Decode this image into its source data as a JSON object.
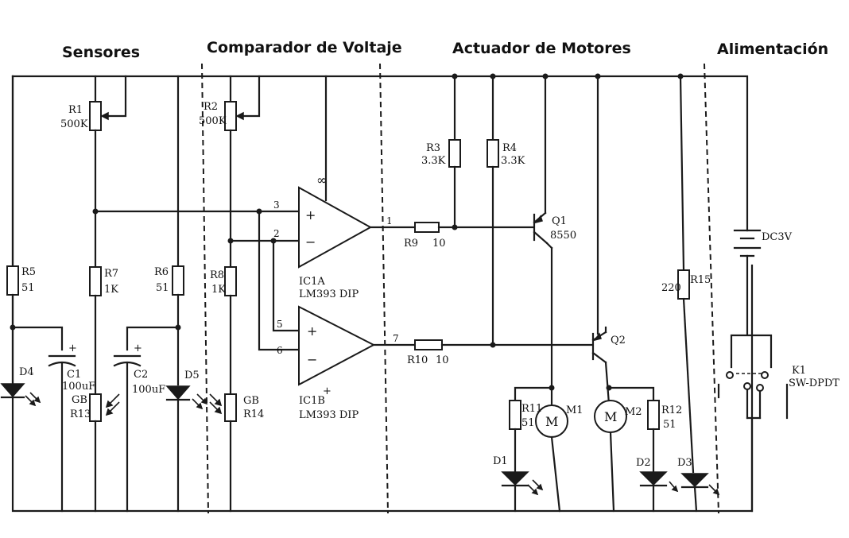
{
  "sections": {
    "sensors": "Sensores",
    "comparator": "Comparador de Voltaje",
    "actuator": "Actuador de Motores",
    "power": "Alimentación"
  },
  "parts": {
    "r1": {
      "name": "R1",
      "value": "500K"
    },
    "r2": {
      "name": "R2",
      "value": "500K"
    },
    "r3": {
      "name": "R3",
      "value": "3.3K"
    },
    "r4": {
      "name": "R4",
      "value": "3.3K"
    },
    "r5": {
      "name": "R5",
      "value": "51"
    },
    "r6": {
      "name": "R6",
      "value": "51"
    },
    "r7": {
      "name": "R7",
      "value": "1K"
    },
    "r8": {
      "name": "R8",
      "value": "1K"
    },
    "r9": {
      "name": "R9",
      "value": "10"
    },
    "r10": {
      "name": "R10",
      "value": "10"
    },
    "r11": {
      "name": "R11",
      "value": "51"
    },
    "r12": {
      "name": "R12",
      "value": "51"
    },
    "r13": {
      "name": "R13",
      "type": "GB"
    },
    "r14": {
      "name": "R14",
      "type": "GB"
    },
    "r15": {
      "name": "R15",
      "value": "220"
    },
    "c1": {
      "name": "C1",
      "value": "100uF"
    },
    "c2": {
      "name": "C2",
      "value": "100uF"
    },
    "d1": "D1",
    "d2": "D2",
    "d3": "D3",
    "d4": "D4",
    "d5": "D5",
    "q1": {
      "name": "Q1",
      "value": "8550"
    },
    "q2": {
      "name": "Q2"
    },
    "m1": {
      "name": "M1",
      "symbol": "M"
    },
    "m2": {
      "name": "M2",
      "symbol": "M"
    },
    "ic1a": {
      "name": "IC1A",
      "chip": "LM393 DIP"
    },
    "ic1b": {
      "name": "IC1B",
      "chip": "LM393 DIP"
    },
    "battery": "DC3V",
    "switch": {
      "name": "K1",
      "type": "SW-DPDT"
    },
    "pins": {
      "p1": "1",
      "p2": "2",
      "p3": "3",
      "p5": "5",
      "p6": "6",
      "p7": "7"
    },
    "opamp_signs": {
      "plus": "+",
      "minus": "−"
    },
    "power_mark": "∞"
  }
}
